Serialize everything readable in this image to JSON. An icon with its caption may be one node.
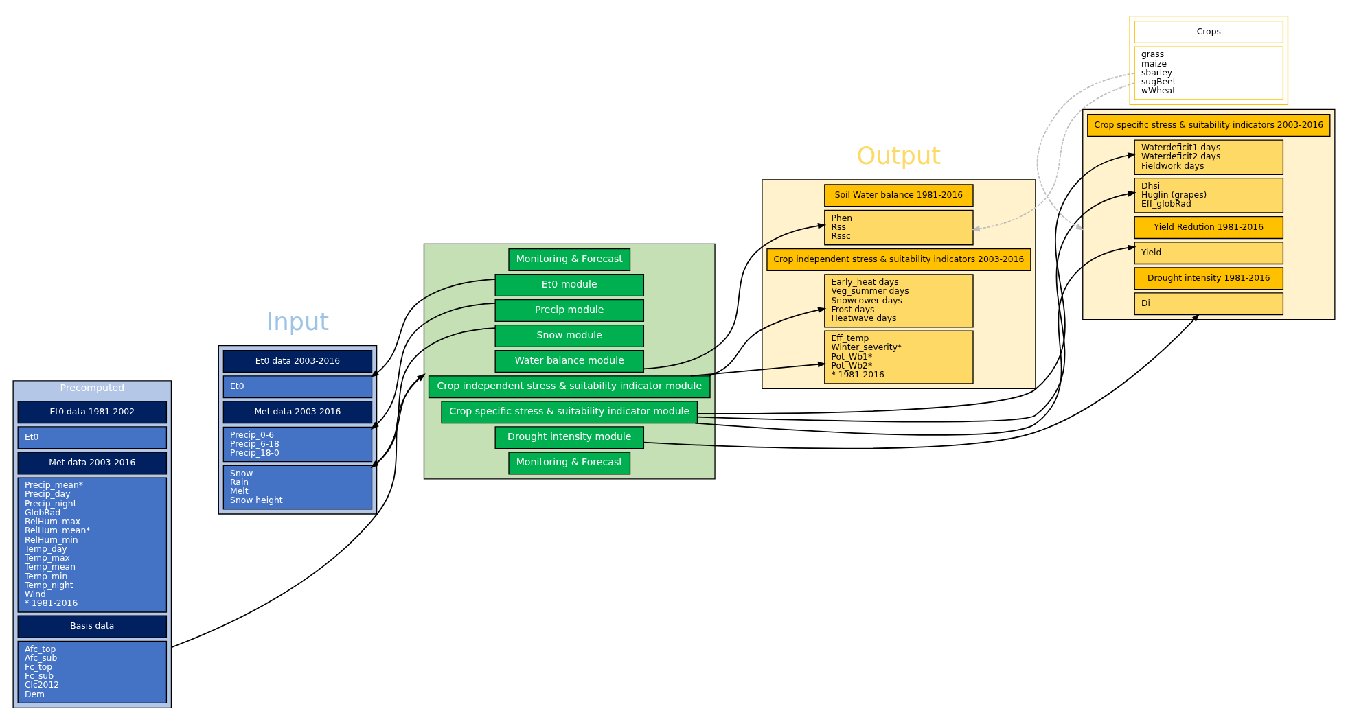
{
  "diagram": {
    "nodes": [
      {
        "text": [
          "Precomputed"
        ]
      },
      {
        "text": [
          "Et0 data 1981-2002"
        ],
        "in": 0
      },
      {
        "text": [
          "Et0"
        ],
        "in": 0
      },
      {
        "text": [
          "Met data 2003-2016"
        ],
        "in": 0
      },
      {
        "text": [
          "Precip_mean*",
          "Precip_day",
          "Precip_night",
          "GlobRad",
          "RelHum_max",
          "RelHum_mean*",
          "RelHum_min",
          "Temp_day",
          "Temp_max",
          "Temp_mean",
          "Temp_min",
          "Temp_night",
          "Wind",
          "* 1981-2016"
        ],
        "in": 0
      },
      {
        "text": [
          "Basis data"
        ],
        "in": 0
      },
      {
        "text": [
          "Afc_top",
          "Afc_sub",
          "Fc_top",
          "Fc_sub",
          "Clc2012",
          "Dem"
        ],
        "in": 0
      },
      {
        "text": [],
        "shape": "box"
      },
      {
        "text": [
          "Et0 data 2003-2016"
        ],
        "in": 7
      },
      {
        "text": [
          "Et0"
        ],
        "in": 7
      },
      {
        "text": [
          "Met data 2003-2016"
        ],
        "in": 7
      },
      {
        "text": [
          "Precip_0-6",
          "Precip_6-18",
          "Precip_18-0"
        ],
        "in": 7
      },
      {
        "text": [
          "Snow",
          "Rain",
          "Melt",
          "Snow height"
        ],
        "in": 7
      },
      {
        "text": [],
        "shape": "box"
      },
      {
        "text": [
          "Monitoring & Forecast"
        ],
        "in": 13
      },
      {
        "text": [
          "Et0 module"
        ],
        "in": 13
      },
      {
        "text": [
          "Precip module"
        ],
        "in": 13
      },
      {
        "text": [
          "Snow module"
        ],
        "in": 13
      },
      {
        "text": [
          "Water balance module"
        ],
        "in": 13
      },
      {
        "text": [
          "Crop independent stress & suitability indicator module"
        ],
        "in": 13
      },
      {
        "text": [
          "Crop specific stress & suitability indicator module"
        ],
        "in": 13
      },
      {
        "text": [
          "Drought intensity module"
        ],
        "in": 13
      },
      {
        "text": [
          "Monitoring & Forecast"
        ],
        "in": 13
      },
      {
        "text": [],
        "shape": "box"
      },
      {
        "text": [
          "Soil Water balance 1981-2016"
        ],
        "in": 23
      },
      {
        "text": [
          "Phen",
          "Rss",
          "Rssc"
        ],
        "in": 23
      },
      {
        "text": [
          "Crop independent stress & suitability indicators 2003-2016"
        ],
        "in": 23
      },
      {
        "text": [
          "Early_heat days",
          "Veg_summer days",
          "Snowcower days",
          "Frost days",
          "Heatwave days"
        ],
        "in": 23
      },
      {
        "text": [
          "Eff_temp",
          "Winter_severity*",
          "Pot_Wb1*",
          "Pot_Wb2*",
          "* 1981-2016"
        ],
        "in": 23
      },
      {
        "text": [],
        "shape": "box"
      },
      {
        "text": [
          "Crops"
        ],
        "in": 29
      },
      {
        "text": [
          "grass",
          "maize",
          "sbarley",
          "sugBeet",
          "wWheat"
        ],
        "in": 29
      },
      {
        "text": [],
        "shape": "box"
      },
      {
        "text": [
          "Crop specific stress & suitability indicators 2003-2016"
        ],
        "in": 32
      },
      {
        "text": [
          "Waterdeficit1 days",
          "Waterdeficit2 days",
          "Fieldwork days"
        ],
        "in": 32
      },
      {
        "text": [
          "Dhsi",
          "Huglin (grapes)",
          "Eff_globRad"
        ],
        "in": 32
      },
      {
        "text": [
          "Yield Redution 1981-2016"
        ],
        "in": 32
      },
      {
        "text": [
          "Yield"
        ],
        "in": 32
      },
      {
        "text": [
          "Drought intensity 1981-2016"
        ],
        "in": 32
      },
      {
        "text": [
          "Di"
        ],
        "in": 32
      }
    ],
    "edges": [
      {
        "from": 15,
        "to": 9,
        "arrow": "to"
      },
      {
        "from": 16,
        "to": 11,
        "arrow": "to"
      },
      {
        "from": 17,
        "to": 12,
        "arrow": "to"
      },
      {
        "from": 7,
        "to": 13,
        "arrow": "to"
      },
      {
        "from": 0,
        "to": 13,
        "arrow": "to"
      },
      {
        "from": 18,
        "to": 25,
        "arrow": "to"
      },
      {
        "from": 19,
        "to": 27,
        "arrow": "to"
      },
      {
        "from": 19,
        "to": 28,
        "arrow": "to"
      },
      {
        "from": 20,
        "to": 34,
        "arrow": "to"
      },
      {
        "from": 20,
        "to": 35,
        "arrow": "to"
      },
      {
        "from": 20,
        "to": 37,
        "arrow": "to"
      },
      {
        "from": 21,
        "to": 39,
        "arrow": "to"
      },
      {
        "from": 31,
        "to": 25,
        "arrow": "to",
        "style": "dashed",
        "color": "#bfbfbf"
      },
      {
        "from": 31,
        "to": 32,
        "arrow": "to",
        "style": "dashed",
        "color": "#bfbfbf"
      }
    ],
    "labels": [
      "Input",
      "Output"
    ]
  }
}
